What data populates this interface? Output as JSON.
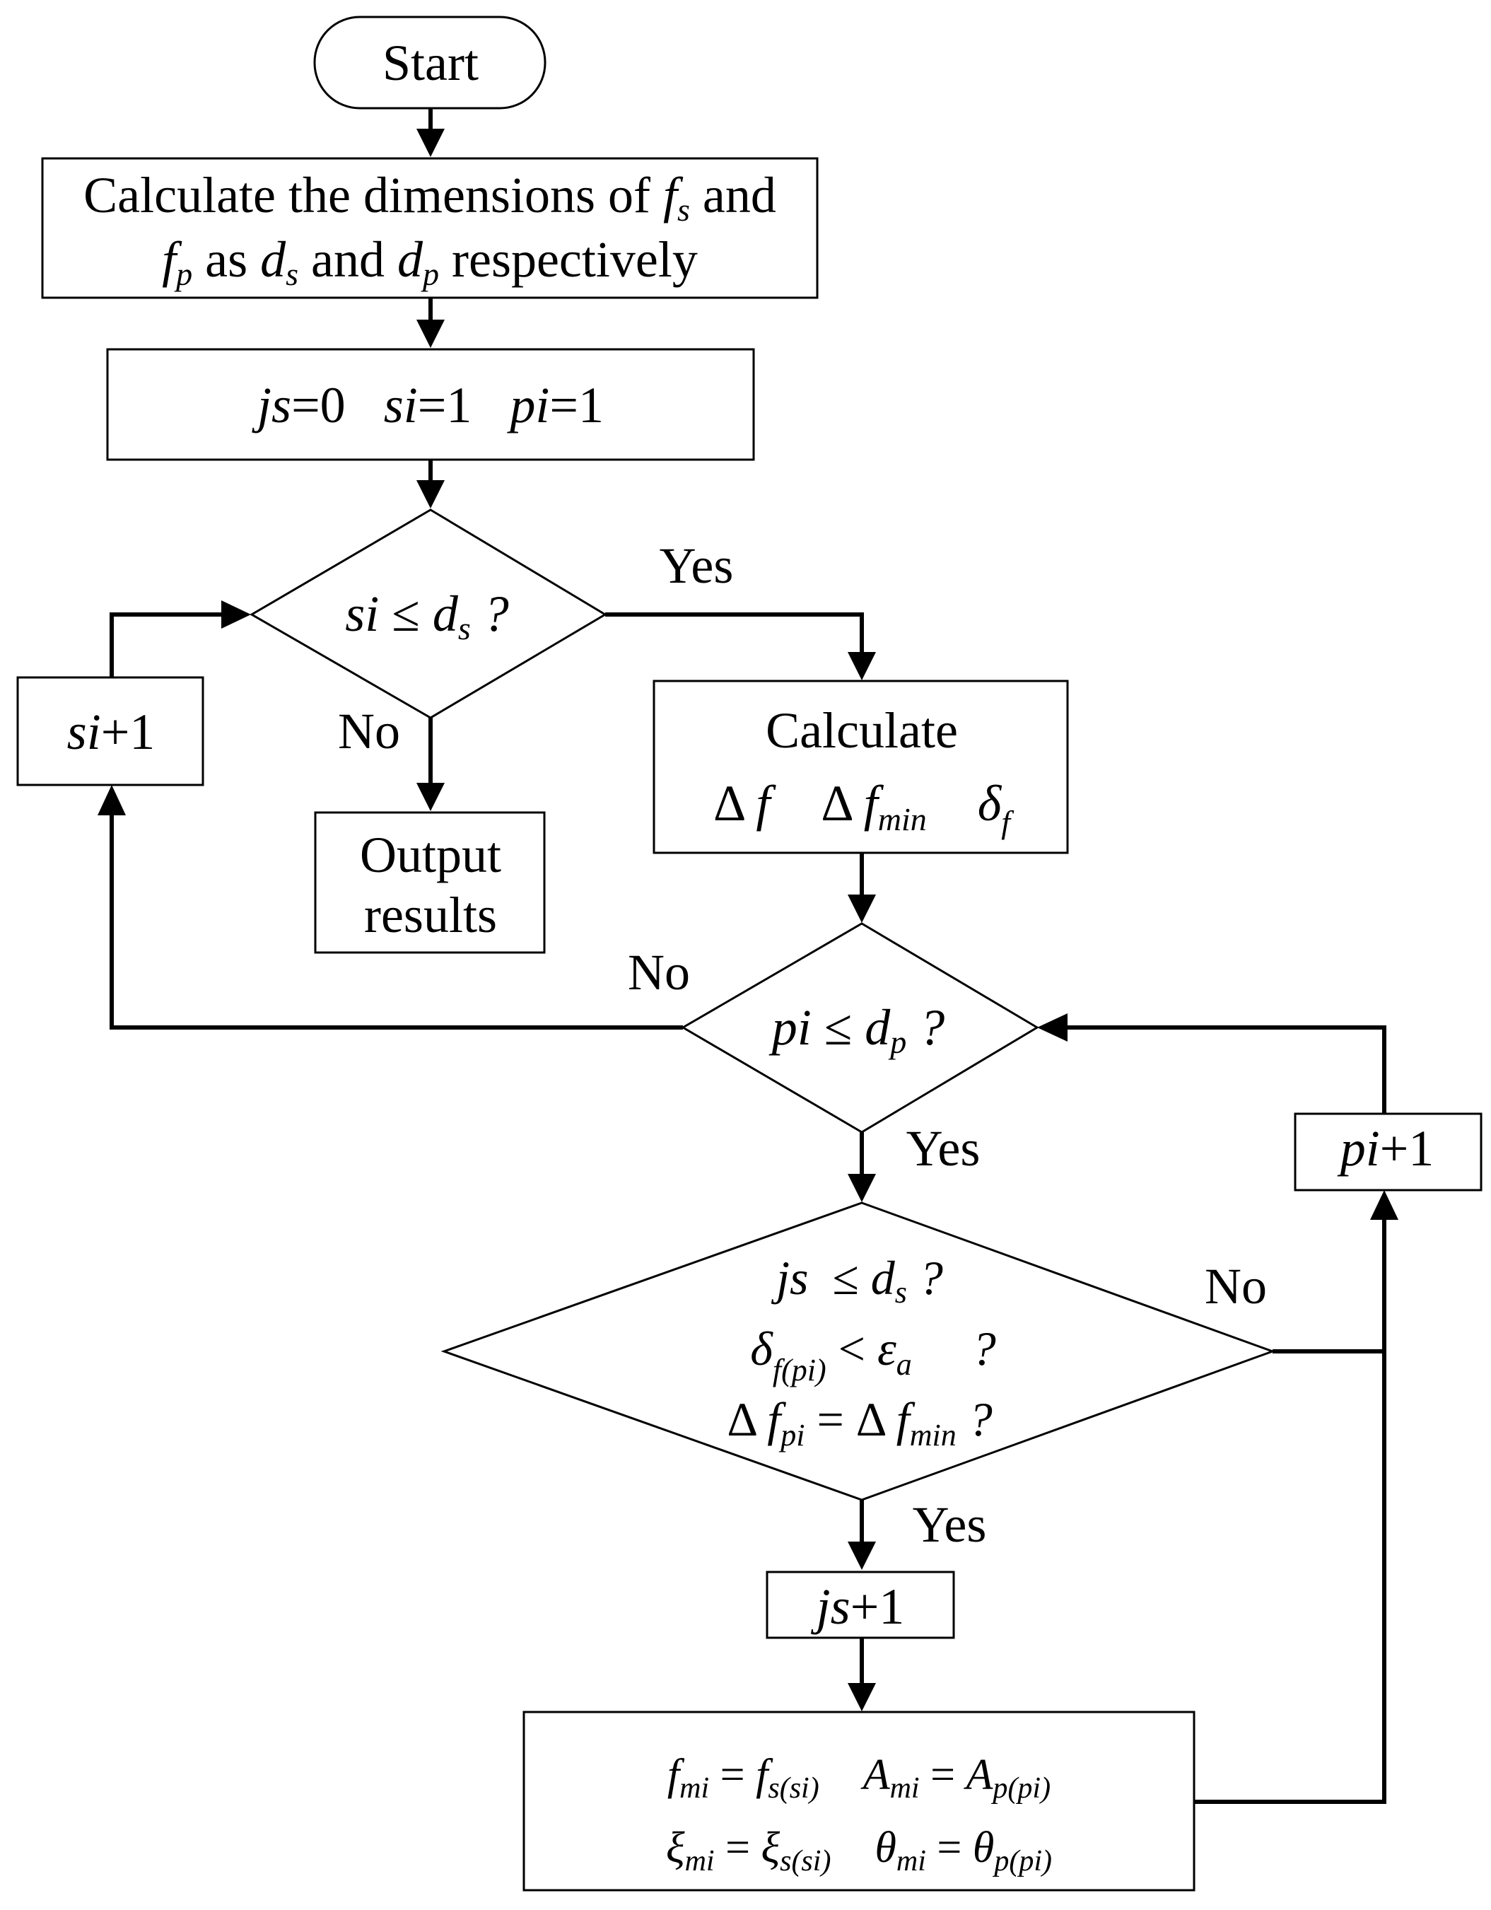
{
  "flowchart": {
    "start": "Start",
    "calculate_dims": {
      "line1": {
        "a": "Calculate the dimensions of ",
        "f": "f",
        "s": "s",
        "and": " and"
      },
      "line2": {
        "f": "f",
        "p": "p",
        "as": " as ",
        "d1": "d",
        "s": "s",
        "and": " and ",
        "d2": "d",
        "p2": "p",
        "resp": " respectively"
      }
    },
    "init": {
      "js": "js",
      "js_val": "=0",
      "si": "si",
      "si_val": "=1",
      "pi": "pi",
      "pi_val": "=1"
    },
    "decision_si": {
      "var": "si",
      "le": " ≤ ",
      "d": "d",
      "sub": "s",
      "q": " ?"
    },
    "si_increment": {
      "var": "si",
      "op": "+1"
    },
    "output": {
      "line1": "Output",
      "line2": "results"
    },
    "calculate": {
      "title": "Calculate",
      "delta1": "Δ",
      "f1": "f",
      "delta2": "Δ",
      "f2": "f",
      "min": "min",
      "delta_small": "δ",
      "f_sub": "f"
    },
    "decision_pi": {
      "var": "pi",
      "le": " ≤ ",
      "d": "d",
      "sub": "p",
      "q": " ?"
    },
    "pi_increment": {
      "var": "pi",
      "op": "+1"
    },
    "decision_js": {
      "line1": {
        "js": "js",
        "le": "  ≤ ",
        "d": "d",
        "sub": "s",
        "q": " ?"
      },
      "line2": {
        "delta": "δ",
        "sub": "f(pi)",
        "lt": " < ",
        "eps": "ε",
        "eps_sub": "a",
        "q": " ?"
      },
      "line3": {
        "delta": "Δ",
        "f": "f",
        "sub": "pi",
        "eq": " = ",
        "delta2": "Δ",
        "f2": "f",
        "sub2": "min",
        "q": " ?"
      }
    },
    "js_increment": {
      "var": "js",
      "op": "+1"
    },
    "assign": {
      "line1": {
        "f": "f",
        "f_sub": "mi",
        "eq": " = ",
        "fs": "f",
        "fs_sub": "s(si)",
        "A": "A",
        "A_sub": "mi",
        "eq2": " = ",
        "Ap": "A",
        "Ap_sub": "p(pi)"
      },
      "line2": {
        "xi": "ξ",
        "xi_sub": "mi",
        "eq": " = ",
        "xis": "ξ",
        "xis_sub": "s(si)",
        "th": "θ",
        "th_sub": "mi",
        "eq2": " = ",
        "thp": "θ",
        "thp_sub": "p(pi)"
      }
    },
    "labels": {
      "yes_si": "Yes",
      "no_si": "No",
      "no_pi": "No",
      "yes_pi": "Yes",
      "no_js": "No",
      "yes_js": "Yes"
    }
  }
}
